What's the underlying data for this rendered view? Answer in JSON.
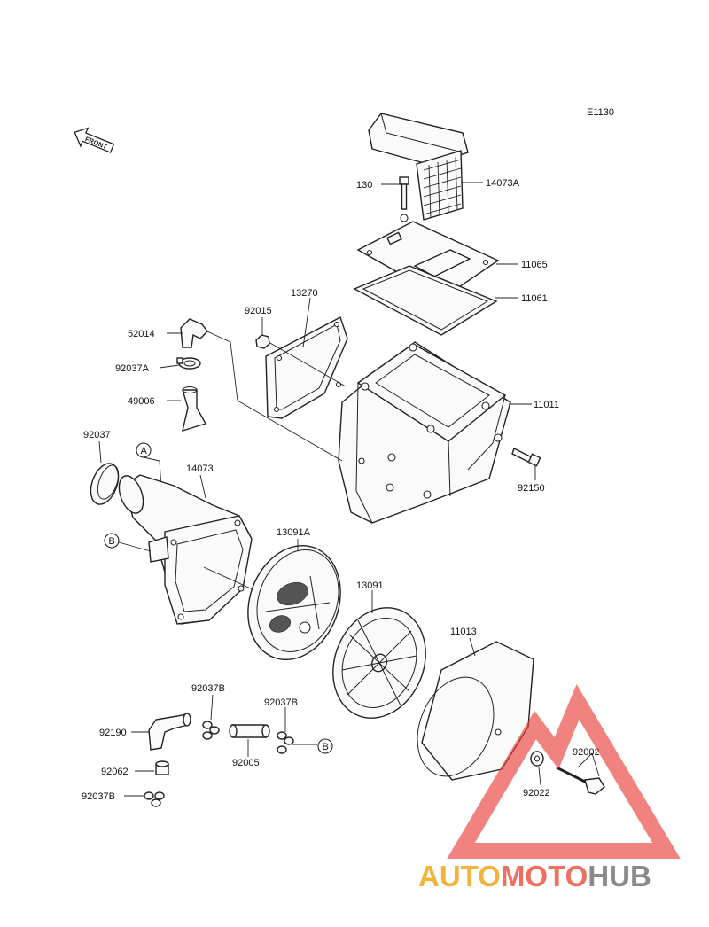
{
  "diagram": {
    "code": "E1130",
    "front_label": "FRONT",
    "parts": {
      "p130": "130",
      "p14073A": "14073A",
      "p11065": "11065",
      "p11061": "11061",
      "p13270": "13270",
      "p92015": "92015",
      "p52014": "52014",
      "p92037A": "92037A",
      "p49006": "49006",
      "p11011": "11011",
      "p92150": "92150",
      "p92037": "92037",
      "p14073": "14073",
      "p13091A": "13091A",
      "p13091": "13091",
      "p11013": "11013",
      "p92037B_1": "92037B",
      "p92037B_2": "92037B",
      "p92037B_3": "92037B",
      "p92190": "92190",
      "p92005": "92005",
      "p92062": "92062",
      "p92022": "92022",
      "p92002": "92002"
    },
    "markers": {
      "A": "A",
      "B": "B"
    }
  },
  "watermark": {
    "part1": "AUTO",
    "part2": "MOTO",
    "part3": "HUB",
    "colors": {
      "auto": "#f2b33c",
      "moto": "#ef6f5e",
      "hub": "#8a8a8a",
      "triangle": "#e8403a"
    }
  }
}
